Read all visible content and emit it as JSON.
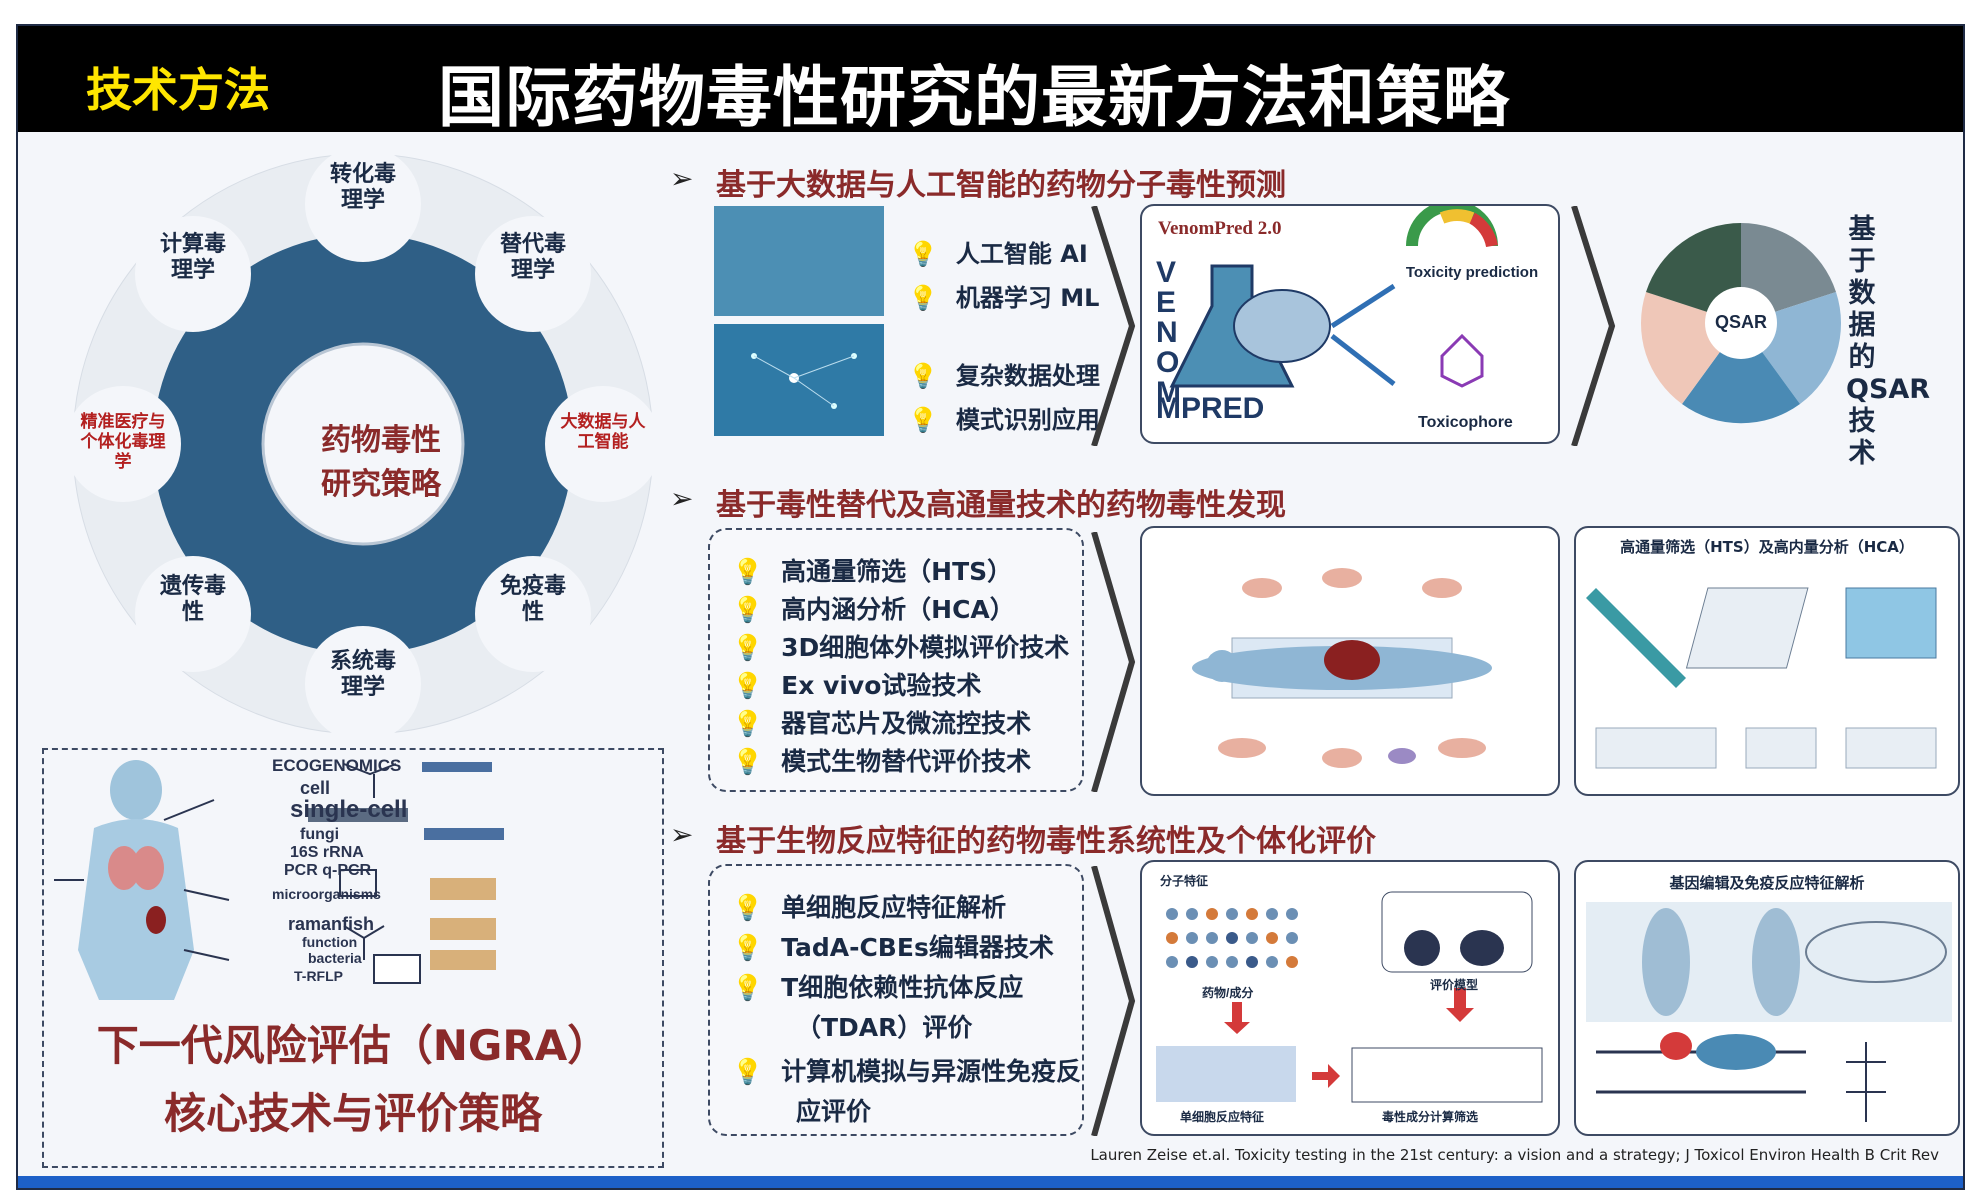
{
  "header": {
    "tag": "技术方法",
    "title": "国际药物毒性研究的最新方法和策略"
  },
  "wheel": {
    "center": [
      "药物毒性",
      "研究策略"
    ],
    "items": [
      "转化毒理学",
      "替代毒理学",
      "大数据与人工智能",
      "免疫毒性",
      "系统毒理学",
      "遗传毒性",
      "精准医疗与个体化毒理学",
      "计算毒理学"
    ]
  },
  "ngra": {
    "line1": "下一代风险评估（NGRA）",
    "line2": "核心技术与评价策略",
    "words": [
      "ECOGENOMICS",
      "cell",
      "single-cell",
      "fungi",
      "16S rRNA",
      "PCR q-PCR",
      "microorganisms",
      "ramanfish",
      "function",
      "bacteria",
      "T-RFLP"
    ]
  },
  "section1": {
    "title": "基于大数据与人工智能的药物分子毒性预测",
    "bullets": [
      "人工智能 AI",
      "机器学习 ML",
      "复杂数据处理",
      "模式识别应用"
    ],
    "venom": {
      "title": "VenomPred 2.0",
      "tox": "Toxicity prediction",
      "toxicophore": "Toxicophore",
      "logo_v": "VENOM",
      "logo_h": "MPRED"
    },
    "qsar": "QSAR",
    "side": "基于数据的QSAR技术"
  },
  "section2": {
    "title": "基于毒性替代及高通量技术的药物毒性发现",
    "bullets": [
      "高通量筛选（HTS）",
      "高内涵分析（HCA）",
      "3D细胞体外模拟评价技术",
      "Ex vivo试验技术",
      "器官芯片及微流控技术",
      "模式生物替代评价技术"
    ],
    "card_title": "高通量筛选（HTS）及高内量分析（HCA）"
  },
  "section3": {
    "title": "基于生物反应特征的药物毒性系统性及个体化评价",
    "bullets": [
      "单细胞反应特征解析",
      "TadA-CBEs编辑器技术",
      "T细胞依赖性抗体反应",
      "（TDAR）评价",
      "计算机模拟与异源性免疫反",
      "应评价"
    ],
    "card1_tags": [
      "分子特征",
      "药物/成分",
      "单细胞反应特征",
      "毒性成分计算筛选",
      "评价模型"
    ],
    "card2_title": "基因编辑及免疫反应特征解析"
  },
  "reference": "Lauren Zeise et.al. Toxicity testing in the 21st century: a vision and a strategy; J Toxicol Environ Health B Crit Rev",
  "colors": {
    "accent_red": "#8a2a2a",
    "ring_blue": "#2f5f86",
    "header_bg": "#000000",
    "header_tag": "#ffe600",
    "bottom_bar": "#1d60c8"
  }
}
